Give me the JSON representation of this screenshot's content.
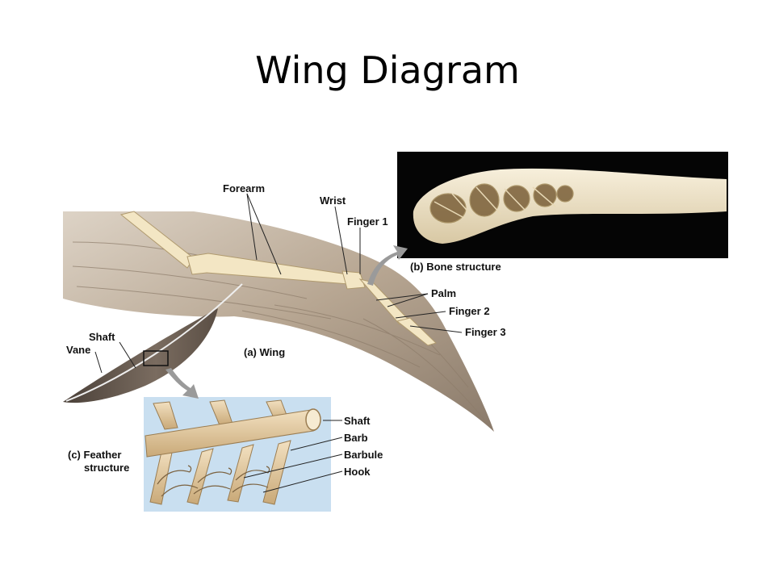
{
  "title": "Wing Diagram",
  "wing": {
    "caption": "(a) Wing",
    "labels": {
      "forearm": "Forearm",
      "wrist": "Wrist",
      "finger1": "Finger 1",
      "palm": "Palm",
      "finger2": "Finger 2",
      "finger3": "Finger 3",
      "shaft": "Shaft",
      "vane": "Vane"
    }
  },
  "bone": {
    "caption": "(b) Bone structure"
  },
  "feather": {
    "caption_line1": "(c) Feather",
    "caption_line2": "structure",
    "labels": {
      "shaft": "Shaft",
      "barb": "Barb",
      "barbule": "Barbule",
      "hook": "Hook"
    }
  },
  "colors": {
    "wing_feather": "#b7a692",
    "wing_dark": "#6e5f52",
    "bone": "#f1e4c2",
    "bone_panel_bg": "#050505",
    "feather_panel_bg": "#c9dff0",
    "arrow": "#9a9a9a"
  }
}
